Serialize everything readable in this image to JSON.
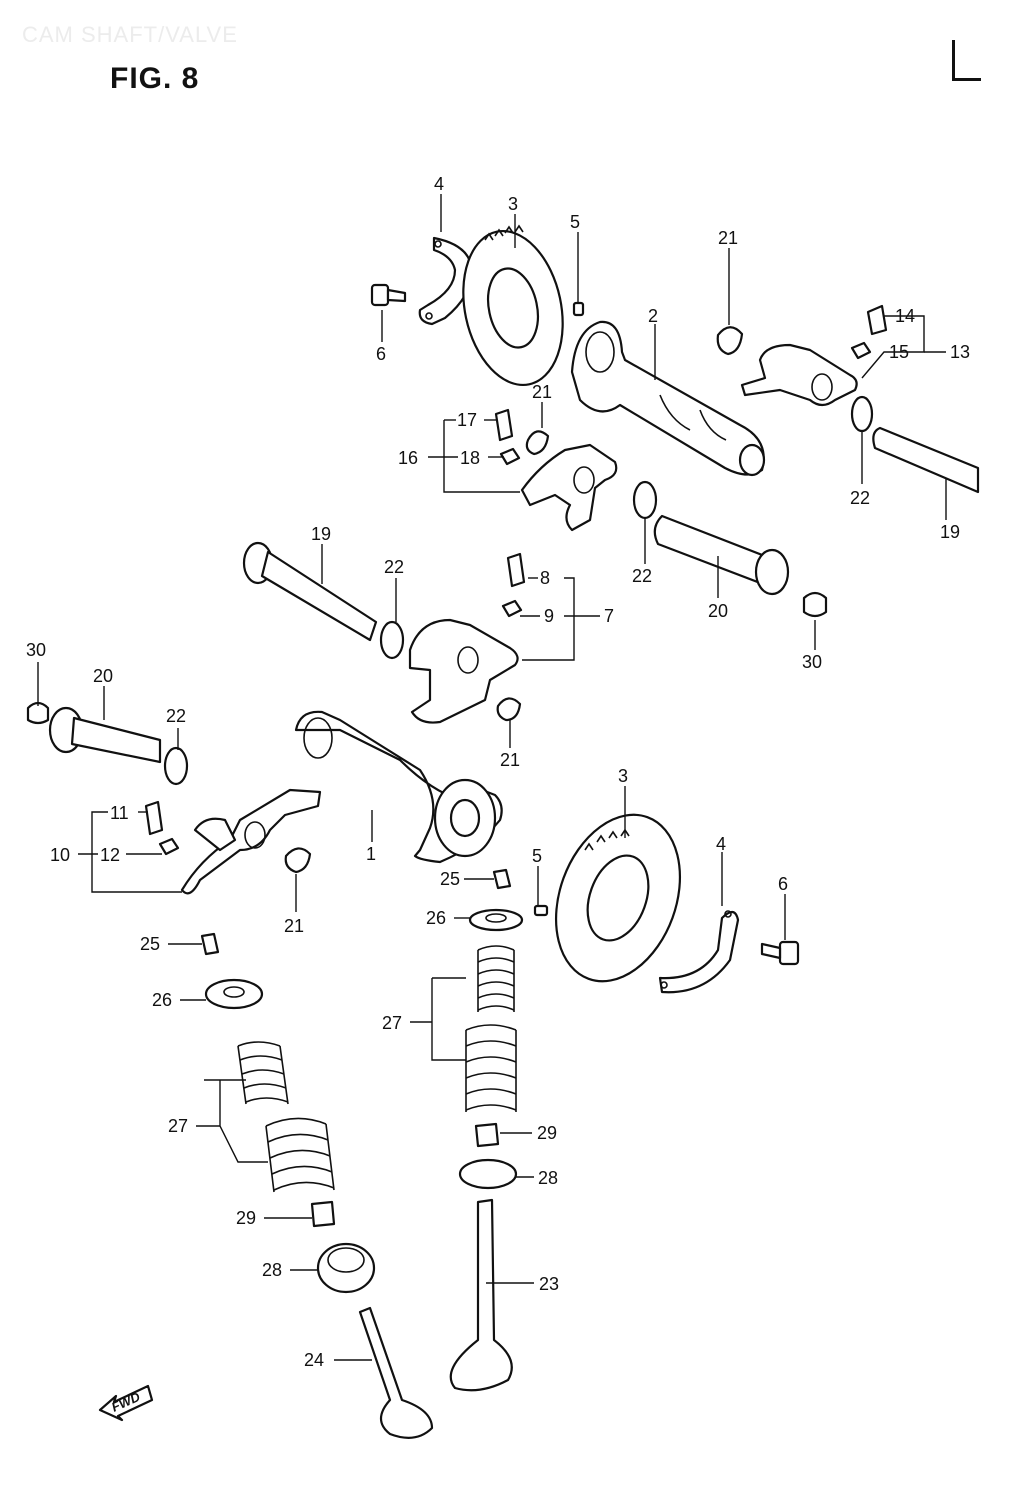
{
  "header": {
    "faint_title": "CAM SHAFT/VALVE",
    "figure_title": "FIG. 8",
    "corner_mark": "L"
  },
  "orientation": {
    "forward_label": "FWD"
  },
  "callouts": [
    {
      "id": "c1",
      "text": "4"
    },
    {
      "id": "c2",
      "text": "3"
    },
    {
      "id": "c3",
      "text": "5"
    },
    {
      "id": "c4",
      "text": "21"
    },
    {
      "id": "c5",
      "text": "14"
    },
    {
      "id": "c6",
      "text": "15"
    },
    {
      "id": "c7",
      "text": "13"
    },
    {
      "id": "c8",
      "text": "6"
    },
    {
      "id": "c9",
      "text": "2"
    },
    {
      "id": "c10",
      "text": "17"
    },
    {
      "id": "c11",
      "text": "21"
    },
    {
      "id": "c12",
      "text": "16"
    },
    {
      "id": "c13",
      "text": "18"
    },
    {
      "id": "c14",
      "text": "22"
    },
    {
      "id": "c15",
      "text": "19"
    },
    {
      "id": "c16",
      "text": "19"
    },
    {
      "id": "c17",
      "text": "22"
    },
    {
      "id": "c18",
      "text": "8"
    },
    {
      "id": "c19",
      "text": "9"
    },
    {
      "id": "c20",
      "text": "7"
    },
    {
      "id": "c21",
      "text": "22"
    },
    {
      "id": "c22",
      "text": "20"
    },
    {
      "id": "c23",
      "text": "30"
    },
    {
      "id": "c24",
      "text": "30"
    },
    {
      "id": "c25",
      "text": "20"
    },
    {
      "id": "c26",
      "text": "22"
    },
    {
      "id": "c27",
      "text": "21"
    },
    {
      "id": "c28",
      "text": "11"
    },
    {
      "id": "c29",
      "text": "10"
    },
    {
      "id": "c30",
      "text": "12"
    },
    {
      "id": "c31",
      "text": "1"
    },
    {
      "id": "c32",
      "text": "3"
    },
    {
      "id": "c33",
      "text": "4"
    },
    {
      "id": "c34",
      "text": "21"
    },
    {
      "id": "c35",
      "text": "25"
    },
    {
      "id": "c36",
      "text": "5"
    },
    {
      "id": "c37",
      "text": "6"
    },
    {
      "id": "c38",
      "text": "26"
    },
    {
      "id": "c39",
      "text": "25"
    },
    {
      "id": "c40",
      "text": "26"
    },
    {
      "id": "c41",
      "text": "27"
    },
    {
      "id": "c42",
      "text": "27"
    },
    {
      "id": "c43",
      "text": "29"
    },
    {
      "id": "c44",
      "text": "28"
    },
    {
      "id": "c45",
      "text": "29"
    },
    {
      "id": "c46",
      "text": "28"
    },
    {
      "id": "c47",
      "text": "23"
    },
    {
      "id": "c48",
      "text": "24"
    }
  ]
}
